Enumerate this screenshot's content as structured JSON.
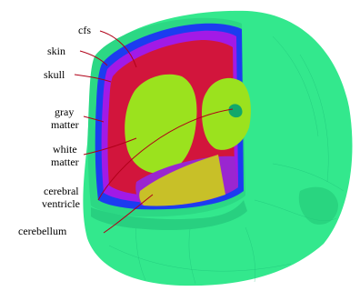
{
  "labels": {
    "cfs": "cfs",
    "skin": "skin",
    "skull": "skull",
    "gray_1": "gray",
    "gray_2": "matter",
    "white_1": "white",
    "white_2": "matter",
    "cerebral_1": "cerebral",
    "cerebral_2": "ventricle",
    "cerebellum": "cerebellum"
  },
  "colors": {
    "skin": "#33e88d",
    "skin_shade": "#23c878",
    "skull_blue": "#1c3cf0",
    "skull_purple": "#a21ae6",
    "csf_red": "#d2153c",
    "white_matter": "#9be21e",
    "ventricle_green": "#12a86a",
    "ventricle_purple": "#9a26d0",
    "cerebellum_gold": "#c8c028",
    "leader": "#b00018"
  }
}
